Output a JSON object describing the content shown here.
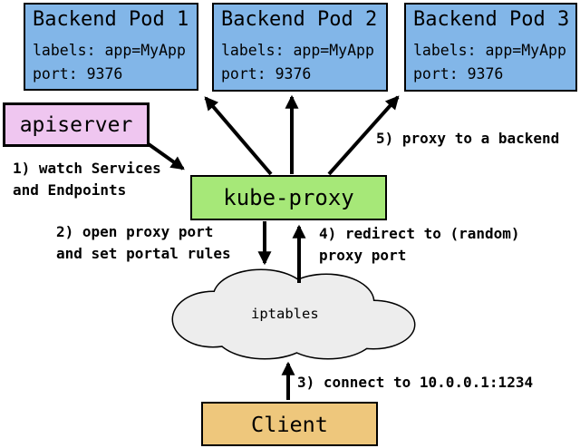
{
  "colors": {
    "pod-fill": "#82B6E8",
    "apiserver-fill": "#EFC6F0",
    "kube-proxy-fill": "#A6E878",
    "client-fill": "#EEC77C",
    "cloud-fill": "#EDEDED",
    "line": "#000000",
    "background": "#FFFFFF"
  },
  "pods": [
    {
      "title": "Backend Pod 1",
      "labels": "labels: app=MyApp",
      "port": "port: 9376"
    },
    {
      "title": "Backend Pod 2",
      "labels": "labels: app=MyApp",
      "port": "port: 9376"
    },
    {
      "title": "Backend Pod 3",
      "labels": "labels: app=MyApp",
      "port": "port: 9376"
    }
  ],
  "apiserver": {
    "label": "apiserver"
  },
  "kube_proxy": {
    "label": "kube-proxy"
  },
  "cloud": {
    "label": "iptables"
  },
  "client": {
    "label": "Client"
  },
  "annotations": {
    "step1": "1) watch Services\nand Endpoints",
    "step2": "2) open proxy port\nand set portal rules",
    "step3": "3) connect to 10.0.0.1:1234",
    "step4": "4) redirect to (random)\nproxy port",
    "step5": "5) proxy to a backend"
  }
}
